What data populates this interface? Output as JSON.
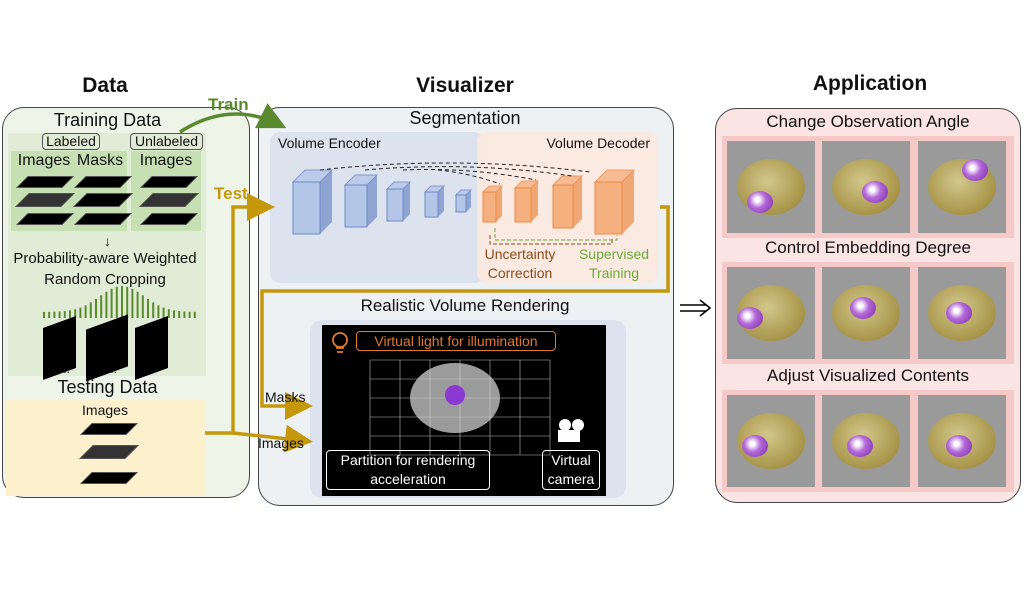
{
  "headings": {
    "data": "Data",
    "visualizer": "Visualizer",
    "application": "Application"
  },
  "data_panel": {
    "training_title": "Training Data",
    "labeled": "Labeled",
    "unlabeled": "Unlabeled",
    "images": "Images",
    "masks": "Masks",
    "cropping_line1": "Probability-aware Weighted",
    "cropping_line2": "Random Cropping",
    "ellipsis": "...",
    "testing_title": "Testing Data",
    "testing_images": "Images"
  },
  "arrows": {
    "train": "Train",
    "test": "Test",
    "masks": "Masks",
    "images": "Images"
  },
  "visualizer": {
    "segmentation": "Segmentation",
    "encoder": "Volume Encoder",
    "decoder": "Volume Decoder",
    "uncertainty_line1": "Uncertainty",
    "uncertainty_line2": "Correction",
    "supervised_line1": "Supervised",
    "supervised_line2": "Training",
    "rendering": "Realistic Volume Rendering",
    "virtual_light": "Virtual light for illumination",
    "partition_line1": "Partition for rendering",
    "partition_line2": "acceleration",
    "camera_line1": "Virtual",
    "camera_line2": "camera"
  },
  "application": {
    "sections": [
      {
        "title": "Change Observation Angle"
      },
      {
        "title": "Control Embedding Degree"
      },
      {
        "title": "Adjust Visualized Contents"
      }
    ]
  },
  "colors": {
    "train": "#5a8a2e",
    "test": "#c4980a",
    "encoder": "#9fb4de",
    "decoder": "#f29b5c",
    "uncertainty": "#8b4a1c",
    "supervised": "#6aaa3a",
    "light": "#e07a2a"
  }
}
